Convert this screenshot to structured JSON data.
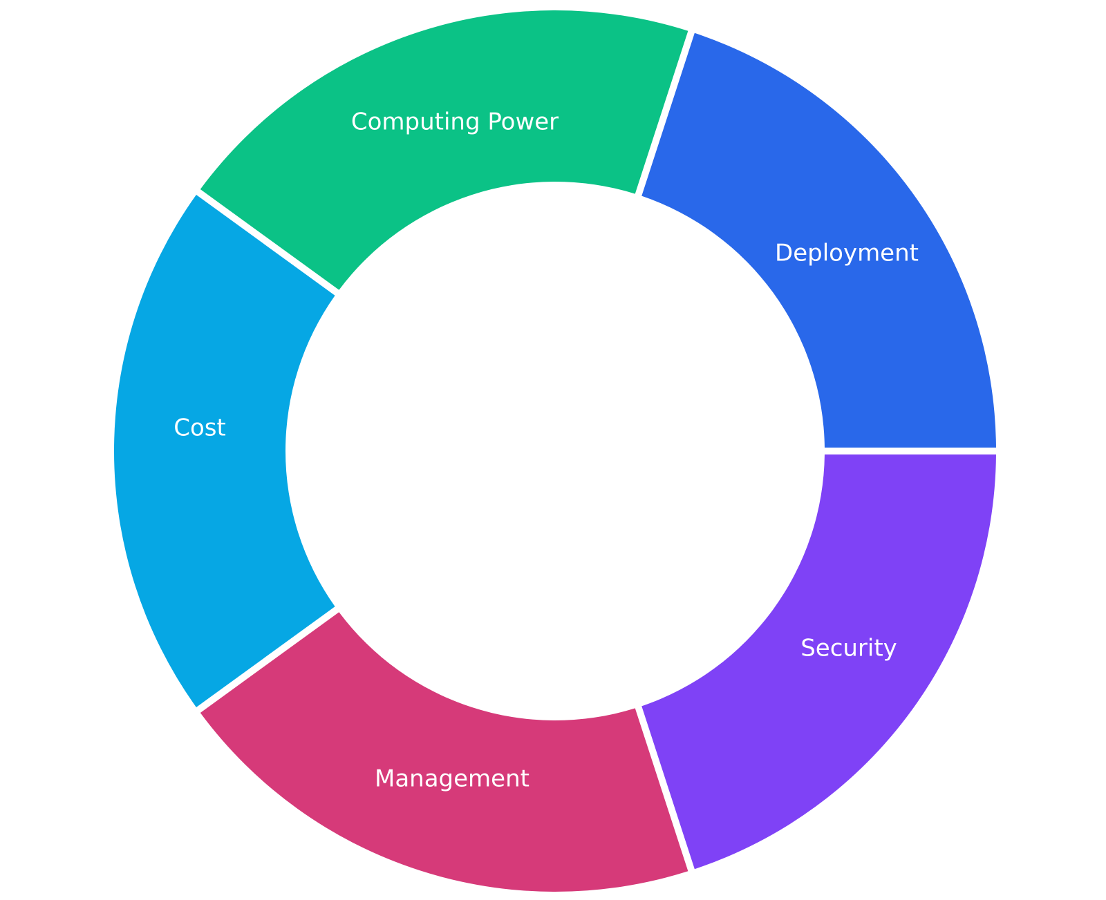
{
  "diagram": {
    "type": "donut-cycle",
    "segments": [
      {
        "id": "deployment",
        "label": "Deployment",
        "color": "#2968EA"
      },
      {
        "id": "security",
        "label": "Security",
        "color": "#0BC286"
      },
      {
        "id": "management",
        "label": "Management",
        "color": "#06A7E4"
      },
      {
        "id": "cost",
        "label": "Cost",
        "color": "#D63A79"
      },
      {
        "id": "computing-power",
        "label": "Computing Power",
        "color": "#7F42F6"
      }
    ]
  }
}
